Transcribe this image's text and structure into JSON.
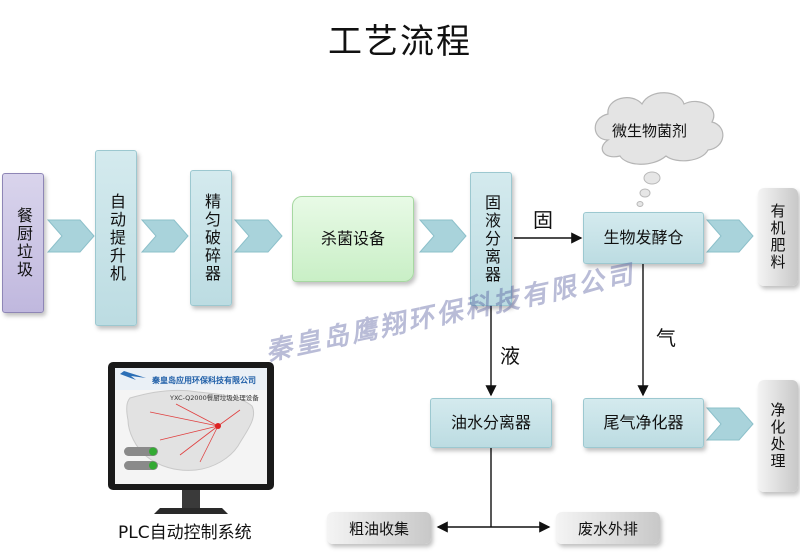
{
  "title": "工艺流程",
  "nodes": {
    "kitchen_waste": "餐厨垃圾",
    "auto_lift": "自动提升机",
    "fine_crusher": "精匀破碎器",
    "sterilizer": "杀菌设备",
    "separator": "固液分离器",
    "fermenter": "生物发酵仓",
    "microbe_agent": "微生物菌剂",
    "oil_water_separator": "油水分离器",
    "exhaust_purifier": "尾气净化器"
  },
  "outputs": {
    "fertilizer": "有机肥料",
    "purification": "净化处理",
    "crude_oil": "粗油收集",
    "wastewater": "废水外排"
  },
  "edge_labels": {
    "solid": "固",
    "liquid": "液",
    "gas": "气"
  },
  "plc": {
    "caption": "PLC自动控制系统",
    "company": "秦皇岛应用环保科技有限公司",
    "subtitle": "YXC-Q2000餐厨垃圾处理设备"
  },
  "watermark": "秦皇岛鹰翔环保科技有限公司",
  "colors": {
    "box": "#bcdce2",
    "chevron": "#a9d3db",
    "start_box": "#c0b8de",
    "sterilizer": "#c9efc6"
  }
}
